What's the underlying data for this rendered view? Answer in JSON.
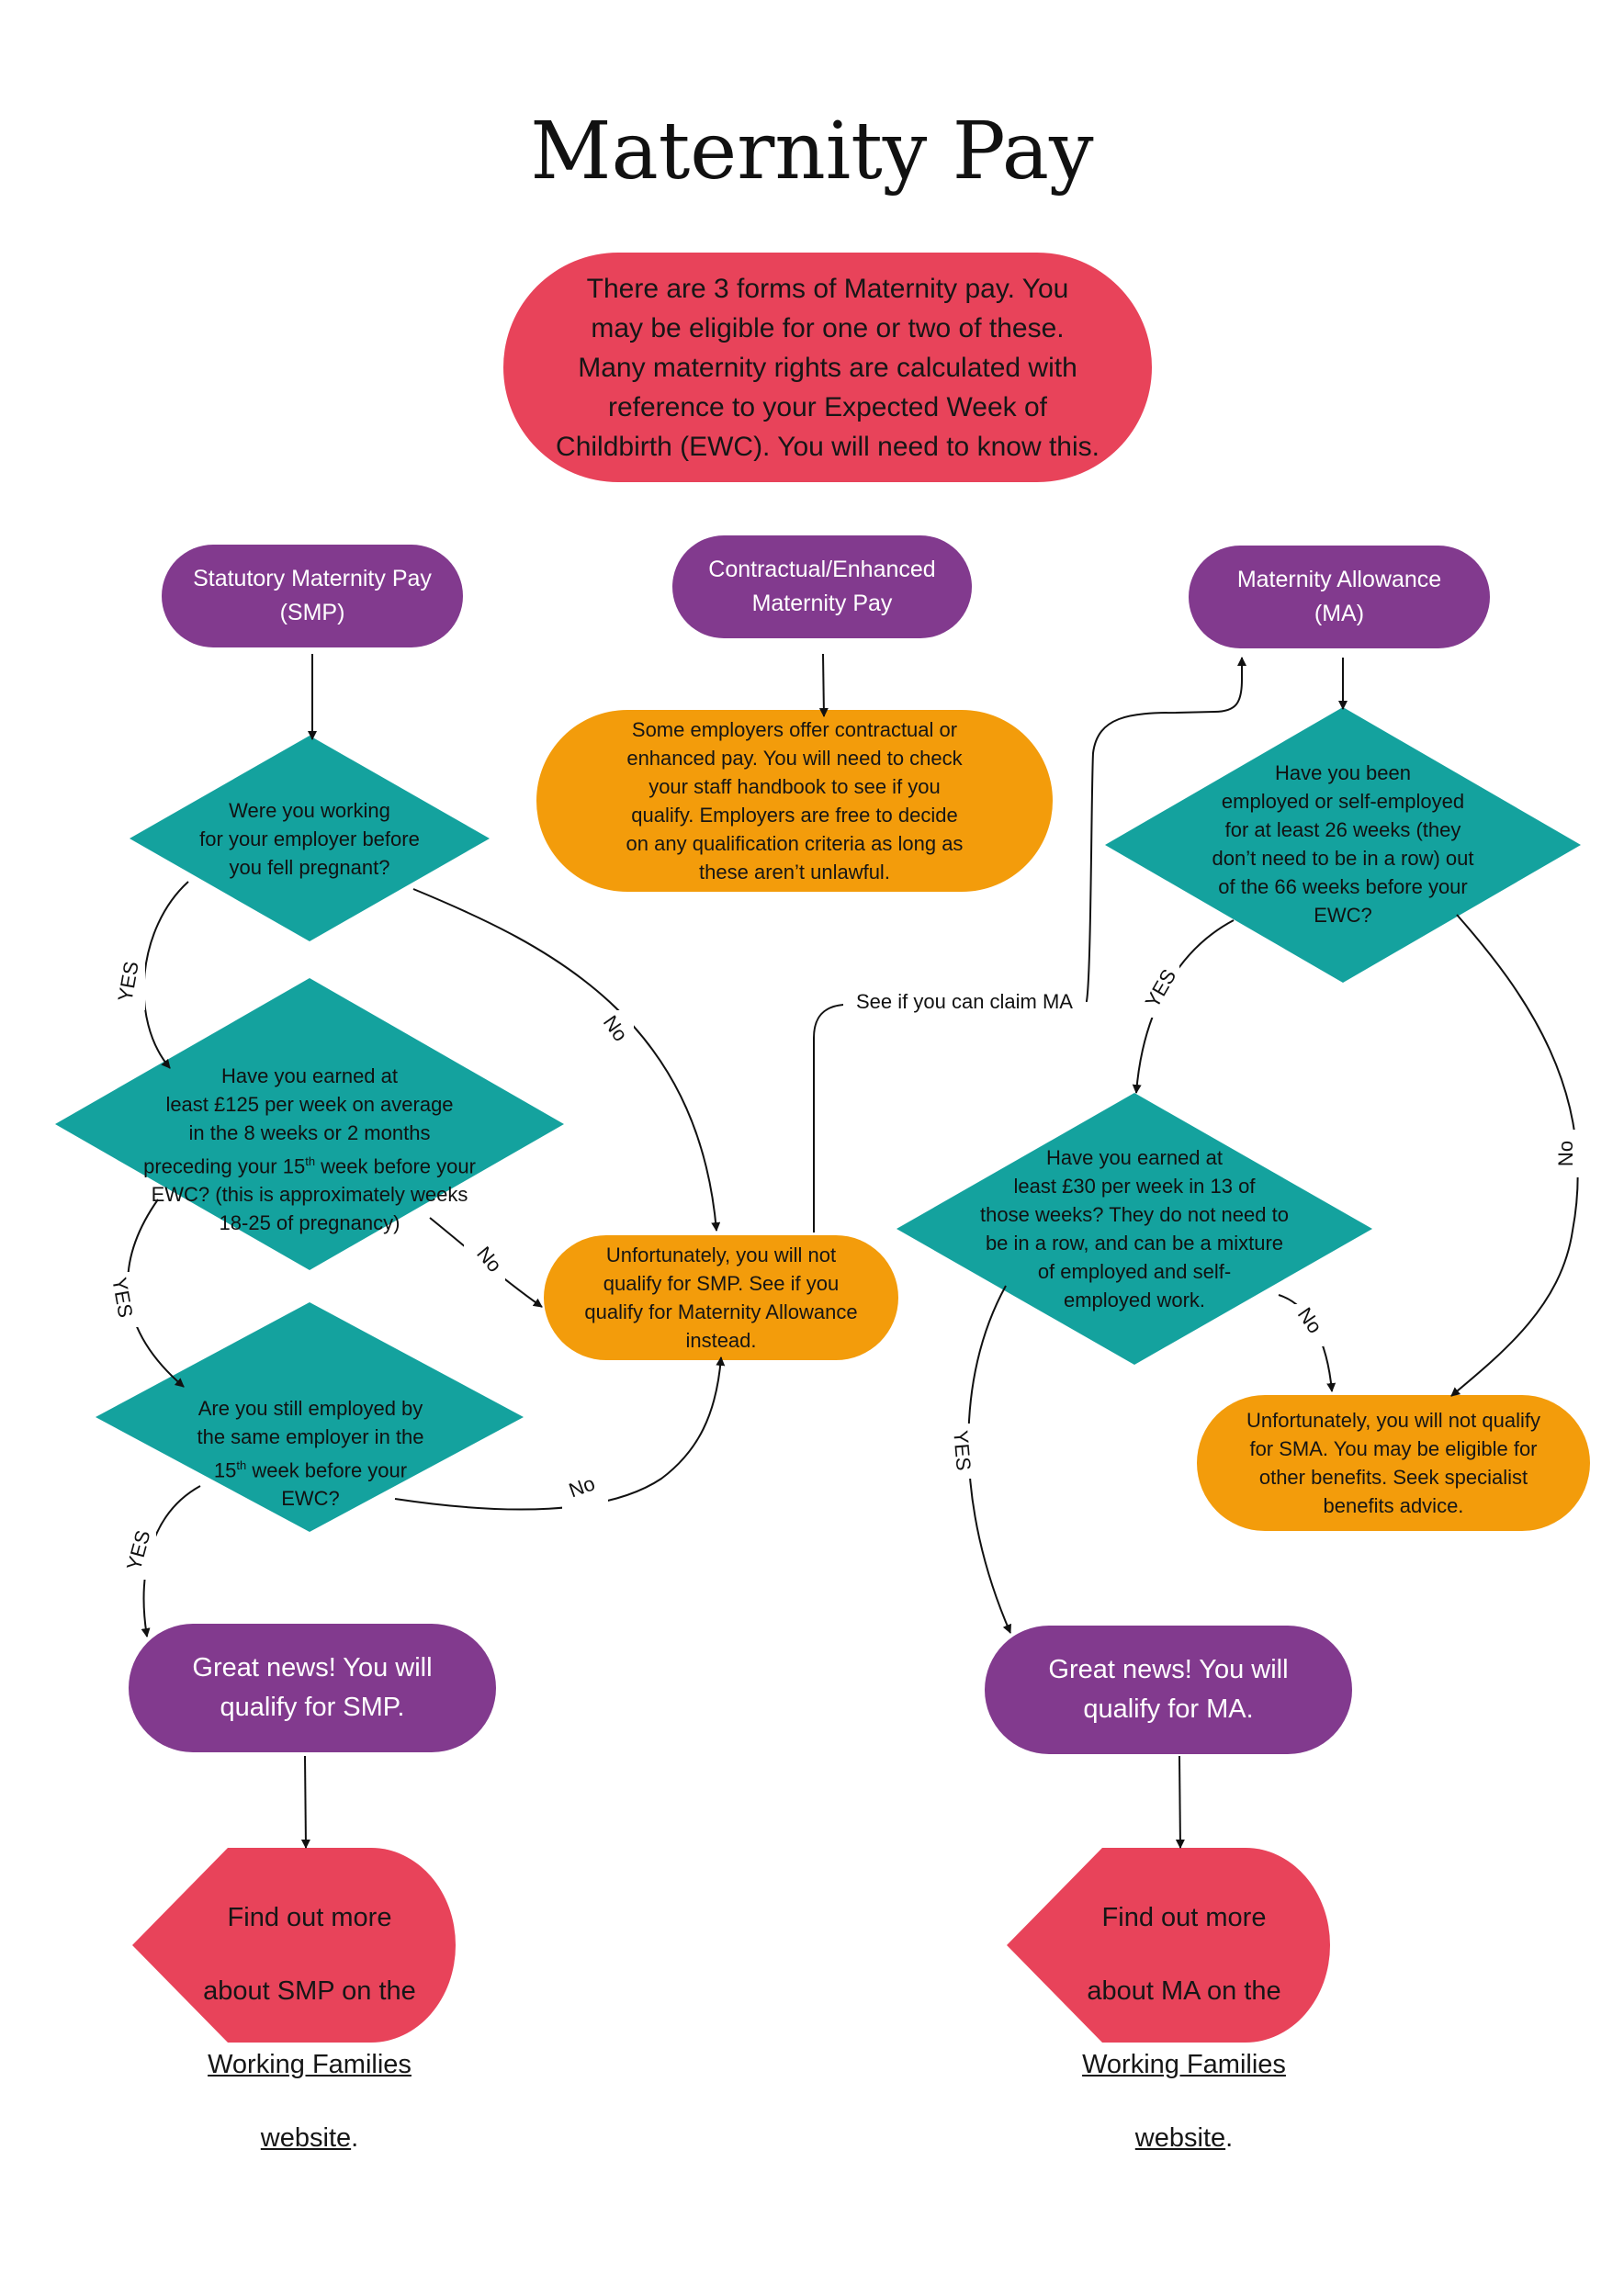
{
  "title": "Maternity Pay",
  "intro": "There are 3 forms of Maternity pay. You\nmay be eligible for one or two of these.\nMany maternity rights are calculated with\nreference to your Expected Week of\nChildbirth (EWC). You will need to know this.",
  "columns": {
    "smp": "Statutory Maternity Pay\n(SMP)",
    "contractual": "Contractual/Enhanced\nMaternity Pay",
    "ma": "Maternity Allowance\n(MA)"
  },
  "contractual_note": "Some employers offer contractual or\nenhanced pay. You will need to check\nyour staff handbook to see if you\nqualify. Employers are free to decide\non any qualification criteria as long as\nthese aren’t unlawful.",
  "smp_questions": {
    "q1": "Were you working\nfor your employer before\nyou fell pregnant?",
    "q2_part1": "Have you earned at\nleast £125 per week on average\nin the 8 weeks or 2 months\npreceding your 15",
    "q2_sup": "th",
    "q2_part2": " week before your\nEWC? (this is approximately weeks\n18-25 of pregnancy)",
    "q3_part1": "Are you still employed by\nthe same employer in the\n15",
    "q3_sup": "th",
    "q3_part2": " week before your\nEWC?"
  },
  "smp_not_qualify": "Unfortunately, you will not\nqualify for SMP. See if you\nqualify for Maternity Allowance\ninstead.",
  "ma_questions": {
    "q1": "Have you been\nemployed or self-employed\nfor at least 26 weeks (they\ndon’t need to be in a row) out\nof the 66 weeks before your\nEWC?",
    "q2": "Have you earned at\nleast £30 per week in 13 of\nthose weeks? They do not need to\nbe in a row, and can be a mixture\nof employed and self-\nemployed work."
  },
  "ma_not_qualify": "Unfortunately, you will not qualify\nfor SMA. You may be eligible for\nother benefits. Seek specialist\nbenefits advice.",
  "smp_result": "Great news! You will\nqualify for SMP.",
  "ma_result": "Great news! You will\nqualify for MA.",
  "smp_more": {
    "line1": "Find out more",
    "line2": "about SMP on the",
    "link1": "Working Families",
    "link2": "website",
    "tail": "."
  },
  "ma_more": {
    "line1": "Find out more",
    "line2": "about MA on the",
    "link1": "Working Families",
    "link2": "website",
    "tail": "."
  },
  "edge_labels": {
    "yes": "YES",
    "no": "No",
    "see_ma": "See if you can claim MA"
  },
  "colors": {
    "red": "#e8435a",
    "purple": "#823a8e",
    "teal": "#14a29e",
    "orange": "#f39c0b"
  }
}
